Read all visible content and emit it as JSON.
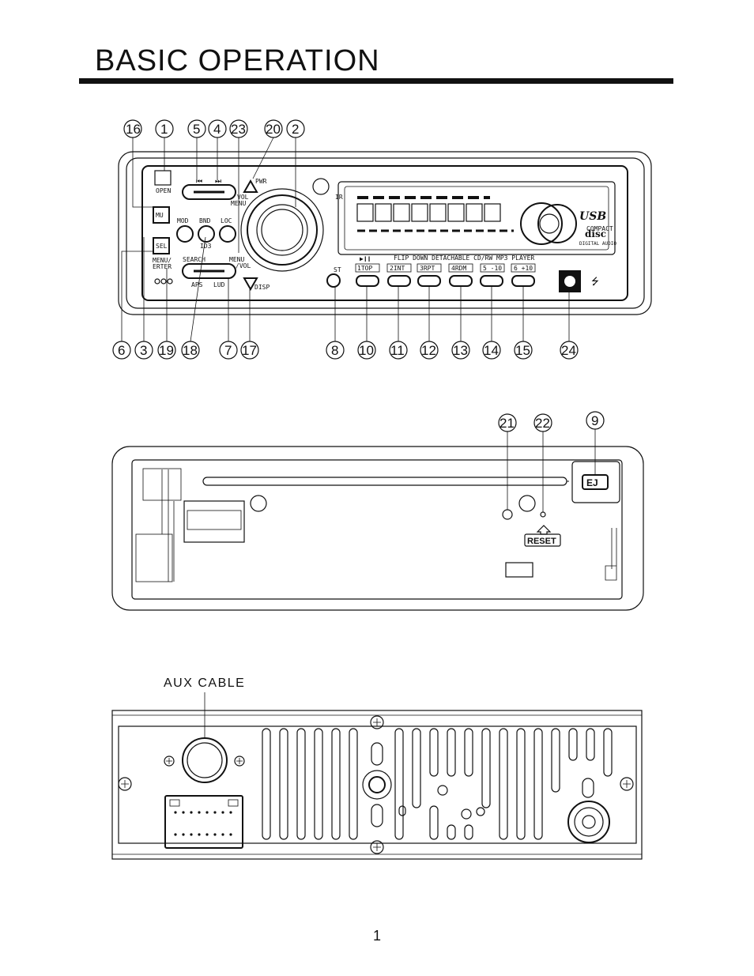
{
  "title": "BASIC OPERATION",
  "front_panel": {
    "callouts_top": [
      "16",
      "1",
      "5",
      "4",
      "23",
      "20",
      "2"
    ],
    "callouts_bottom": [
      "6",
      "3",
      "19",
      "18",
      "7",
      "17",
      "8",
      "10",
      "11",
      "12",
      "13",
      "14",
      "15",
      "24"
    ],
    "labels": {
      "open": "OPEN",
      "pwr": "PWR",
      "ir": "IR",
      "mu": "MU",
      "mod": "MOD",
      "bnd": "BND",
      "loc": "LOC",
      "id3": "ID3",
      "sel": "SEL",
      "menu_enter": "MENU/",
      "enter": "ERTER",
      "search": "SEARCH",
      "aps": "APS",
      "lud": "LUD",
      "menu_top": "MENU",
      "vol_top": "VOL",
      "menu_bottom": "MENU",
      "vol_bottom": "/VOL",
      "disp": "DISP",
      "st": "ST",
      "usb": "USB",
      "compact": "COMPACT",
      "disc": "disc",
      "digital_audio": "DIGITAL AUDIO",
      "product_line": "FLIP DOWN DETACHABLE CD/RW MP3 PLAYER",
      "play_pause": "▶❙❙"
    },
    "preset_buttons": [
      "1TOP",
      "2INT",
      "3RPT",
      "4RDM",
      "5 -10",
      "6 +10"
    ]
  },
  "chassis_front": {
    "callouts": [
      "21",
      "22",
      "9"
    ],
    "eject": "EJ",
    "reset": "RESET"
  },
  "rear_panel": {
    "aux_cable": "AUX CABLE"
  },
  "page_number": "1"
}
